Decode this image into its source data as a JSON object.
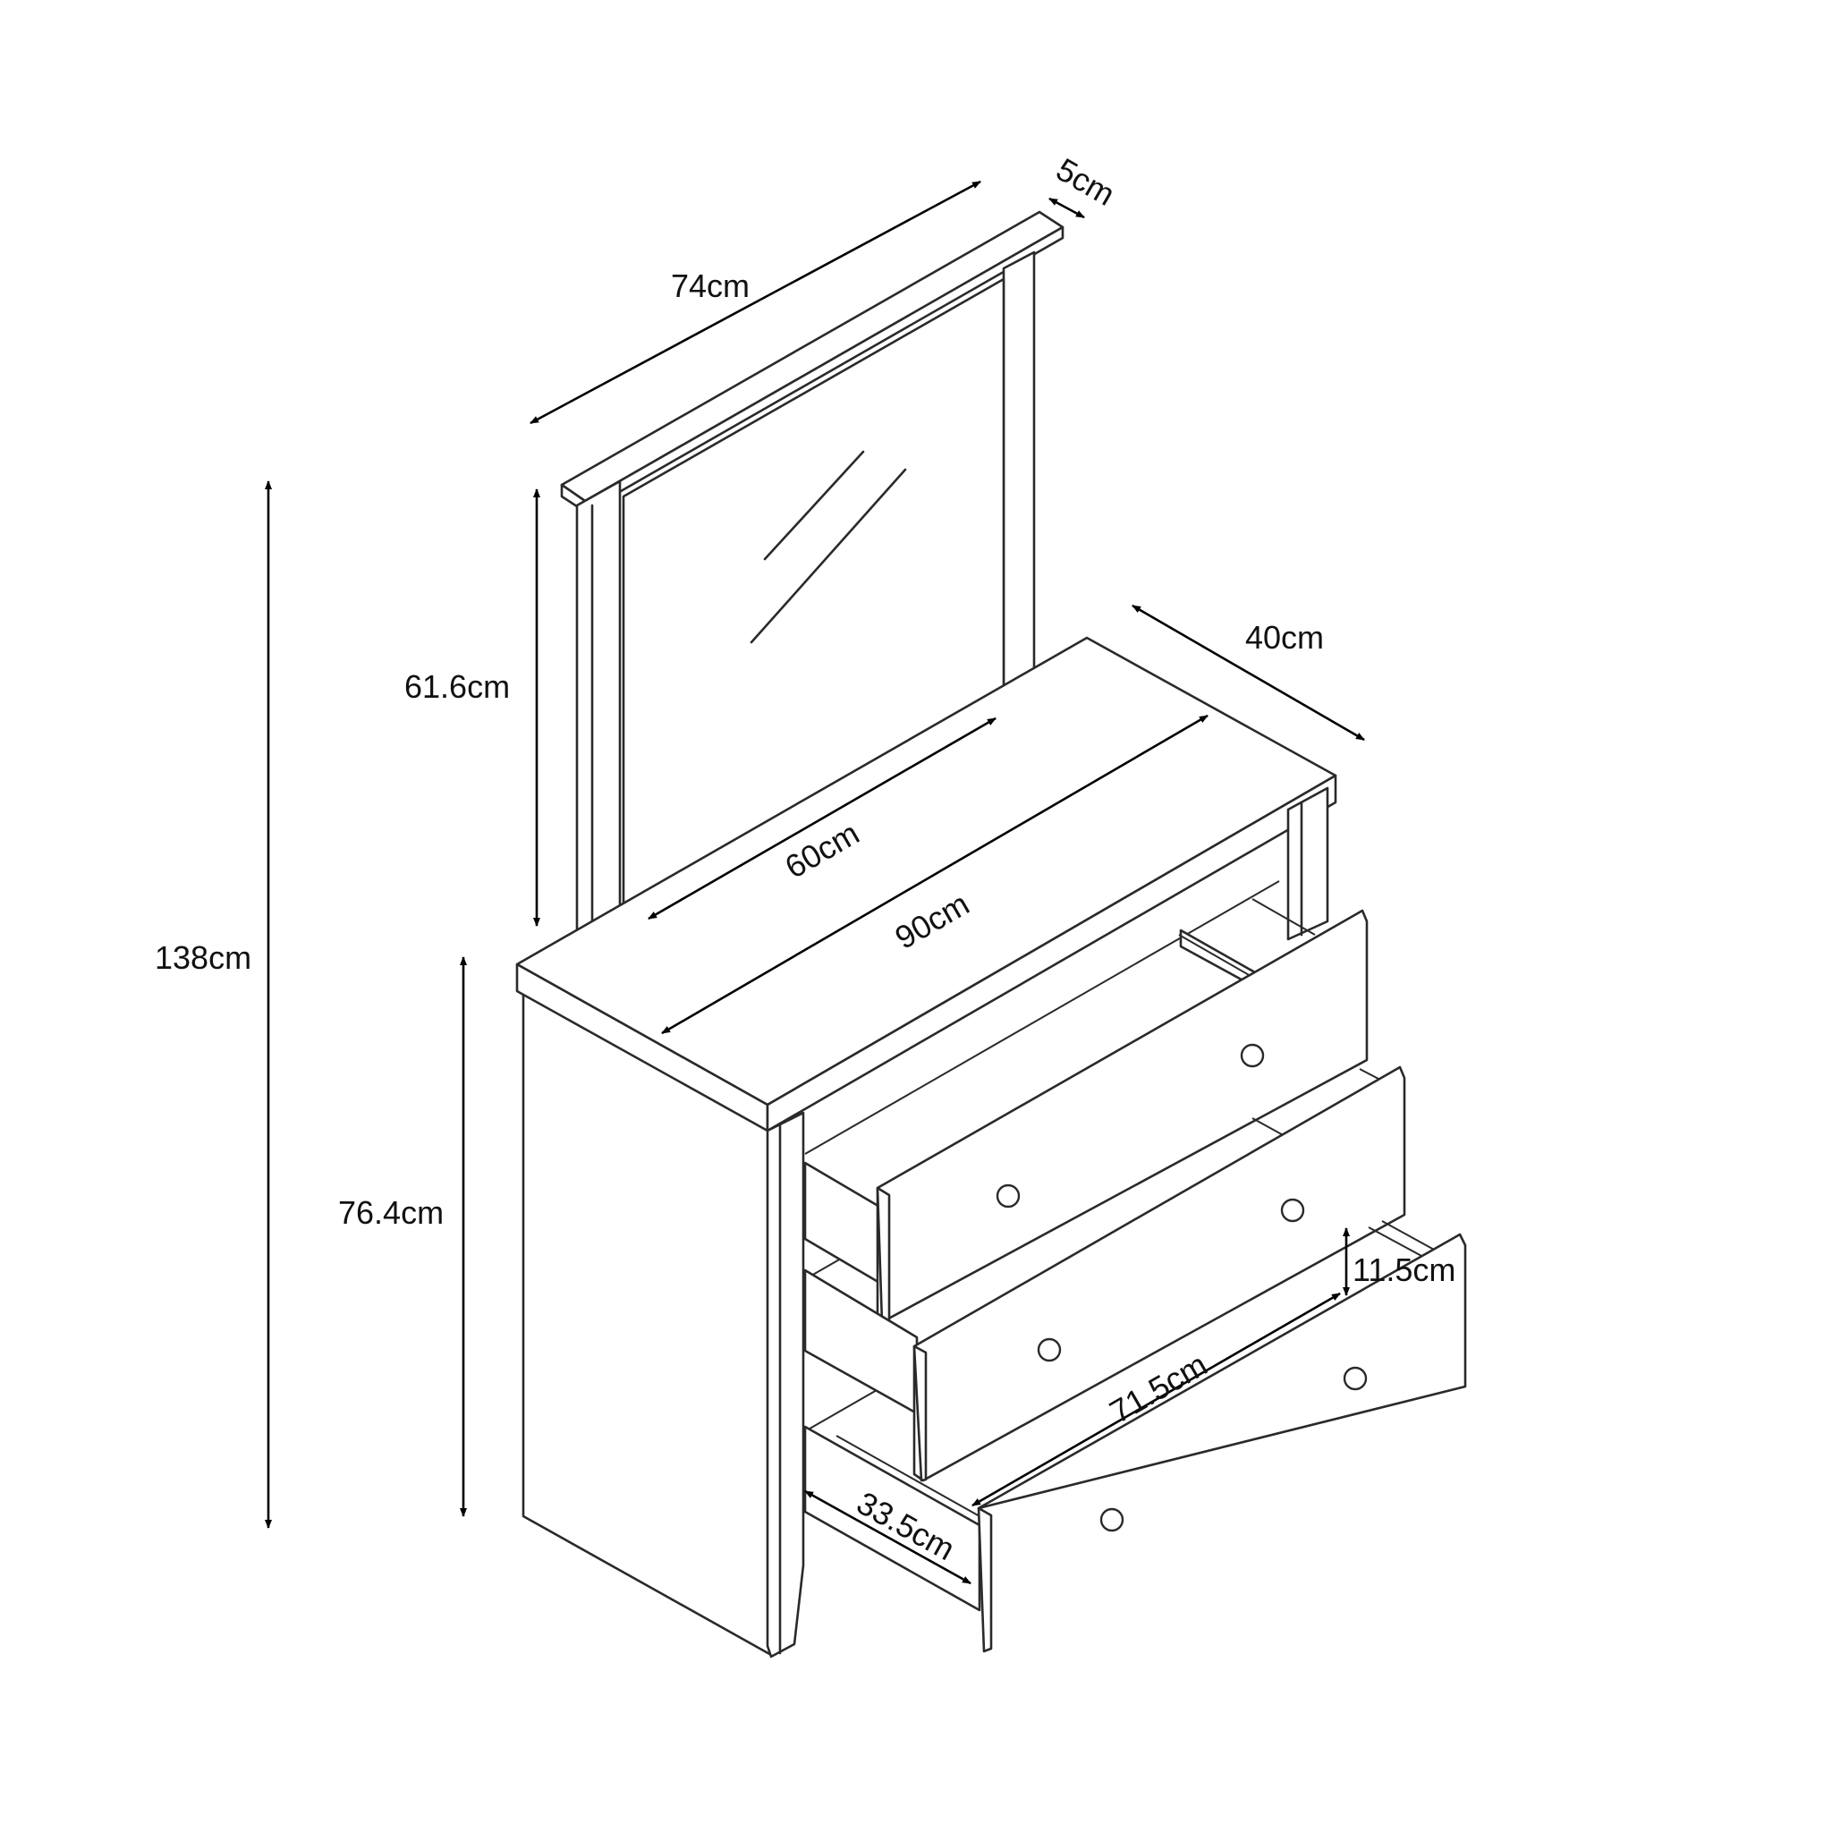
{
  "dimensions": {
    "mirror_width": "74cm",
    "mirror_depth": "5cm",
    "mirror_height": "61.6cm",
    "total_height": "138cm",
    "unit_height": "76.4cm",
    "depth": "40cm",
    "mirror_inner_width": "60cm",
    "width": "90cm",
    "drawer_height": "11.5cm",
    "drawer_width": "71.5cm",
    "drawer_depth": "33.5cm"
  },
  "colors": {
    "line": "#2a2a2a",
    "background": "#ffffff"
  }
}
